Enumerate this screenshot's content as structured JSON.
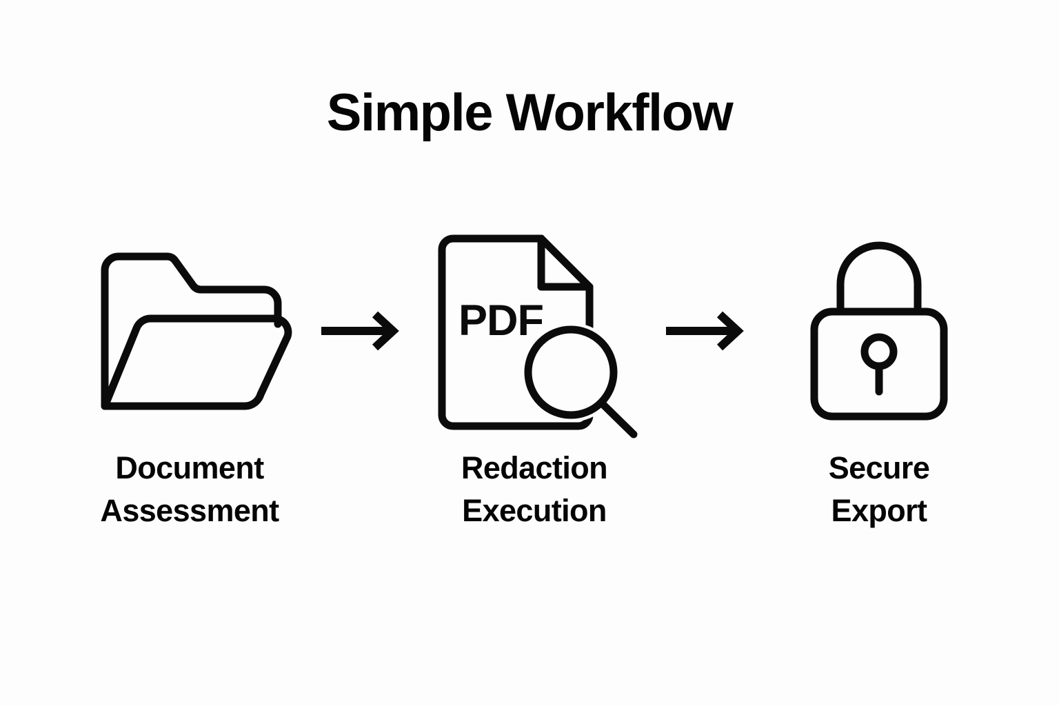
{
  "page": {
    "title": "Simple Workflow",
    "background_color": "#fdfdfd",
    "ink_color": "#0b0b0b"
  },
  "diagram": {
    "type": "linear-workflow",
    "orientation": "horizontal",
    "step_count": 3,
    "connector_count": 2,
    "steps": [
      {
        "index": 1,
        "icon": "folder-icon",
        "label": "Document\nAssessment",
        "label_line1": "Document",
        "label_line2": "Assessment"
      },
      {
        "index": 2,
        "icon": "pdf-search-icon",
        "icon_text": "PDF",
        "label": "Redaction\nExecution",
        "label_line1": "Redaction",
        "label_line2": "Execution"
      },
      {
        "index": 3,
        "icon": "lock-icon",
        "label": "Secure\nExport",
        "label_line1": "Secure",
        "label_line2": "Export"
      }
    ],
    "connectors": [
      {
        "index": 1,
        "icon": "arrow-right-icon",
        "from": "Document Assessment",
        "to": "Redaction Execution"
      },
      {
        "index": 2,
        "icon": "arrow-right-icon",
        "from": "Redaction Execution",
        "to": "Secure Export"
      }
    ]
  }
}
